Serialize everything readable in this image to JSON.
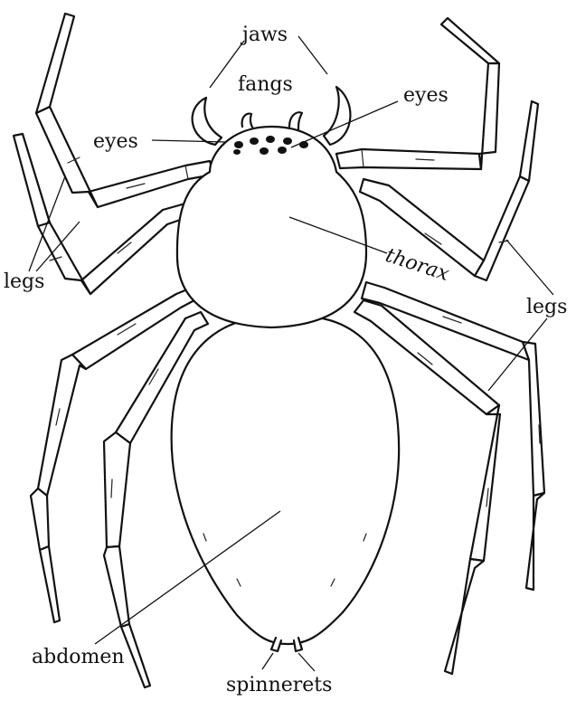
{
  "labels": {
    "jaws": "jaws",
    "fangs": "fangs",
    "eyes_left": "eyes",
    "eyes_right": "eyes",
    "thorax": "thorax",
    "legs_left": "legs",
    "legs_right": "legs",
    "abdomen": "abdomen",
    "spinnerets": "spinnerets"
  }
}
